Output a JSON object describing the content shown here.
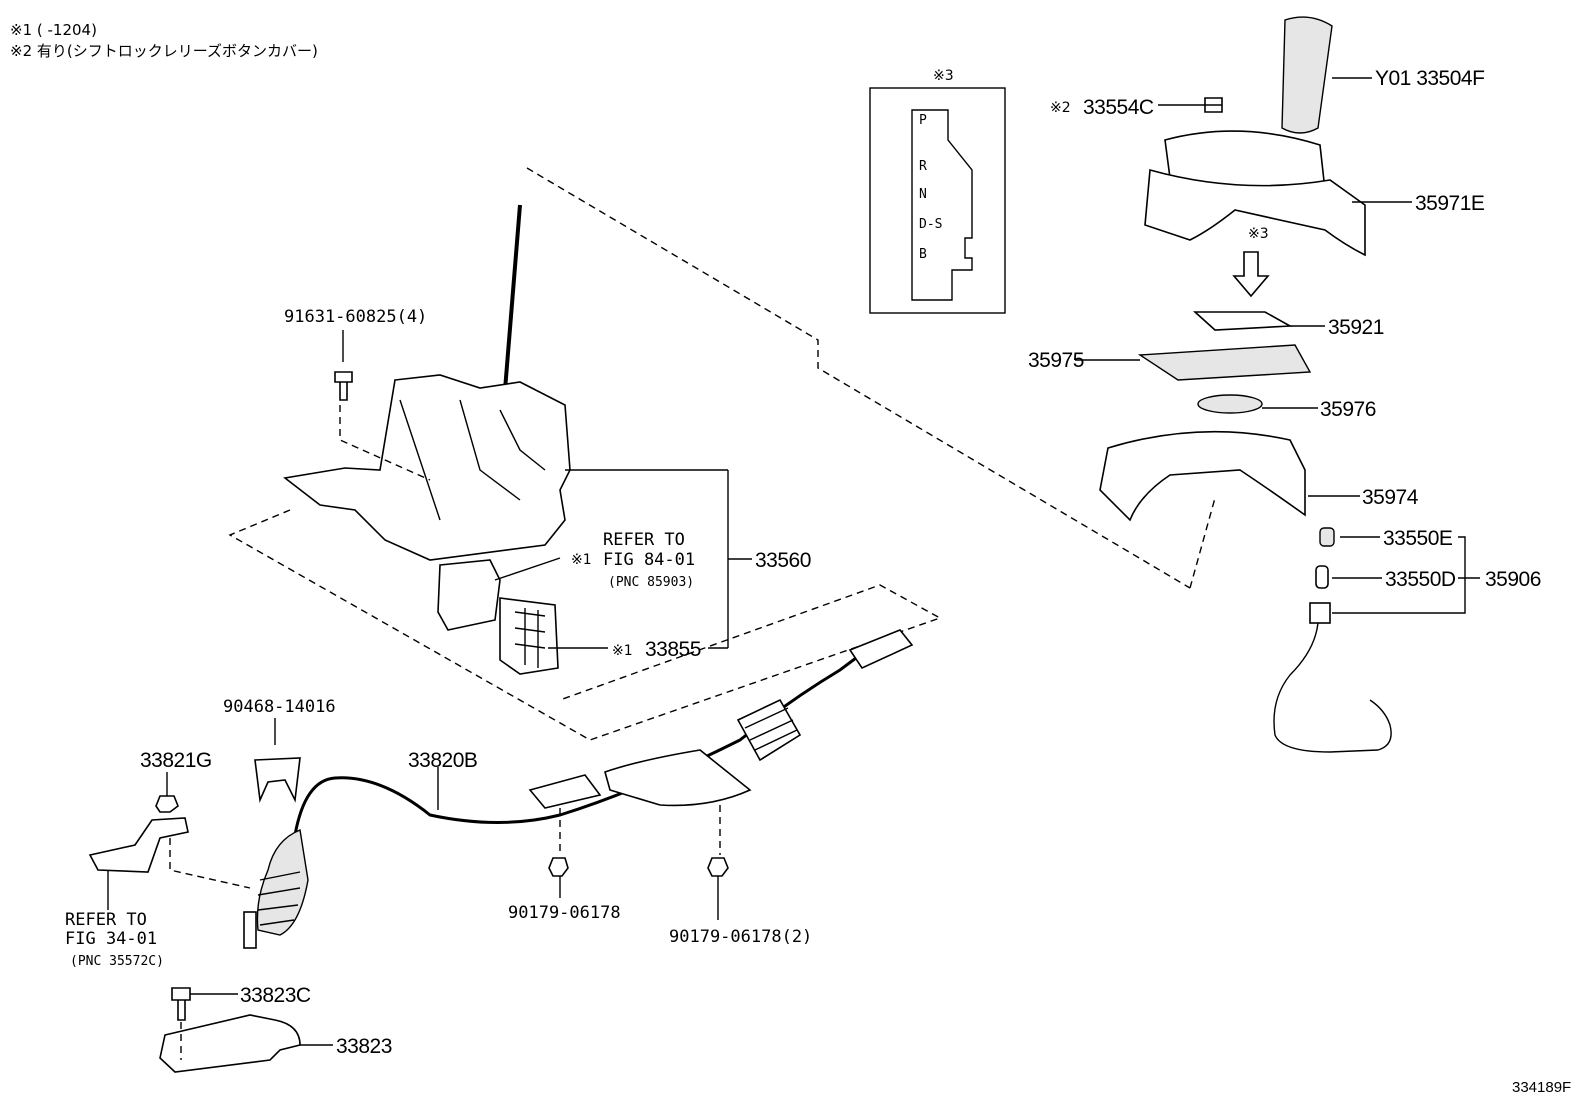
{
  "notes": {
    "note1": "※1 (      -1204)",
    "note2": "※2 有り(シフトロックレリーズボタンカバー)"
  },
  "gate": {
    "marker": "※3",
    "positions": [
      "P",
      "R",
      "N",
      "D-S",
      "B"
    ]
  },
  "parts": {
    "p33504F": "Y01 33504F",
    "p33554C_mark": "※2",
    "p33554C": "33554C",
    "p35971E": "35971E",
    "arrow_mark": "※3",
    "p35921": "35921",
    "p35975": "35975",
    "p35976": "35976",
    "p35974": "35974",
    "p33550E": "33550E",
    "p33550D": "33550D",
    "p35906": "35906",
    "p91631": "91631-60825(4)",
    "p33560": "33560",
    "ref84_1": "REFER TO",
    "ref84_2": "FIG 84-01",
    "ref84_3": "(PNC 85903)",
    "ref84_mark": "※1",
    "p33855_mark": "※1",
    "p33855": "33855",
    "p90468": "90468-14016",
    "p33821G": "33821G",
    "p33820B": "33820B",
    "ref34_1": "REFER TO",
    "ref34_2": "FIG 34-01",
    "ref34_3": "(PNC 35572C)",
    "p90179a": "90179-06178",
    "p90179b": "90179-06178(2)",
    "p33823C": "33823C",
    "p33823": "33823"
  },
  "figure_id": "334189F"
}
